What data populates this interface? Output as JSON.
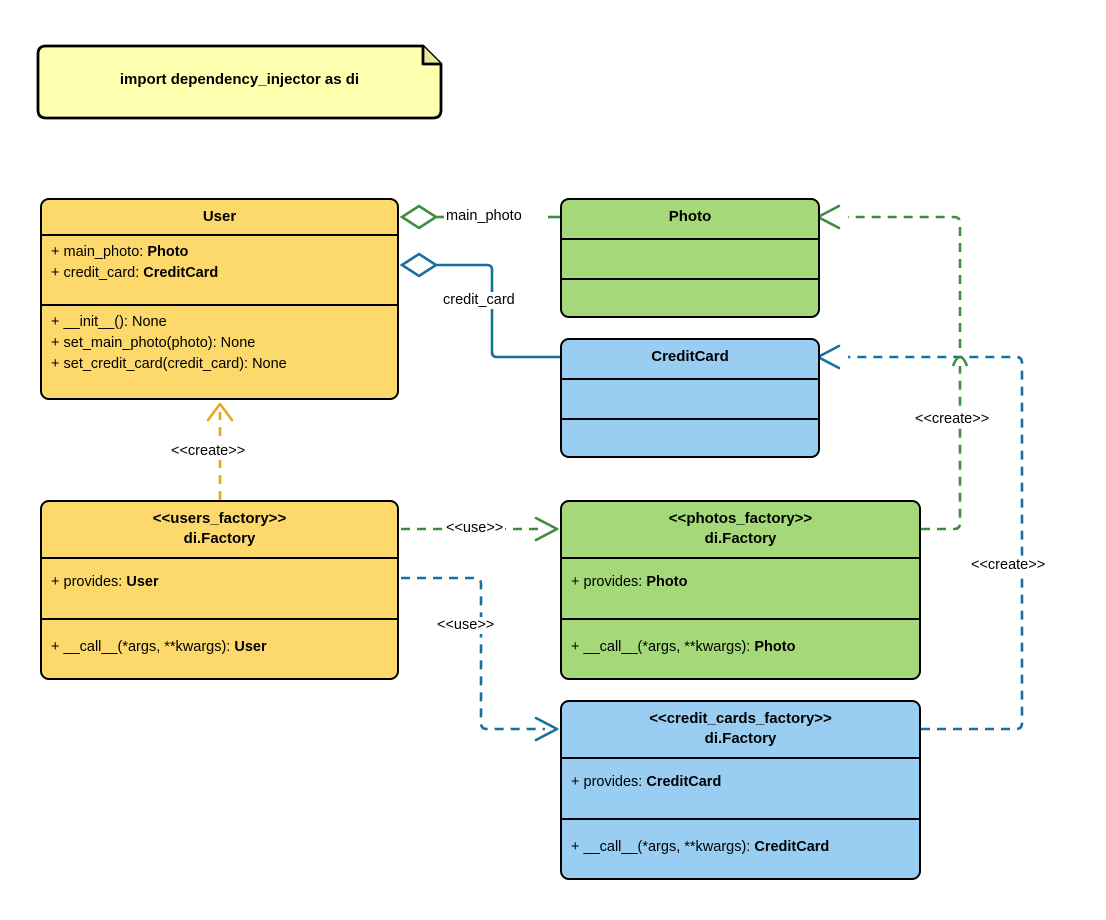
{
  "diagram": {
    "title": "Dependency Injector Factory UML class diagram",
    "colors": {
      "yellow_fill": "#fcd96a",
      "green_fill": "#a5d878",
      "blue_fill": "#99cef2",
      "note_fill": "#ffffb0",
      "stroke": "#000000",
      "green_edge": "#3f8b3f",
      "blue_edge": "#18709e",
      "orange_edge": "#e8a718"
    },
    "note": {
      "text": "import dependency_injector as di"
    },
    "classes": [
      {
        "id": "user",
        "stereotype": "",
        "name": "User",
        "attributes": [
          {
            "prefix": "+ ",
            "label": "main_photo: ",
            "type": "Photo"
          },
          {
            "prefix": "+ ",
            "label": "credit_card: ",
            "type": "CreditCard"
          }
        ],
        "methods": [
          {
            "prefix": "+ ",
            "label": "__init__(): None",
            "type": ""
          },
          {
            "prefix": "+ ",
            "label": "set_main_photo(photo): None",
            "type": ""
          },
          {
            "prefix": "+ ",
            "label": "set_credit_card(credit_card): None",
            "type": ""
          }
        ]
      },
      {
        "id": "photo",
        "stereotype": "",
        "name": "Photo",
        "attributes": [],
        "methods": []
      },
      {
        "id": "creditcard",
        "stereotype": "",
        "name": "CreditCard",
        "attributes": [],
        "methods": []
      },
      {
        "id": "users_factory",
        "stereotype": "<<users_factory>>",
        "name": "di.Factory",
        "attributes": [
          {
            "prefix": "+ ",
            "label": "provides: ",
            "type": "User"
          }
        ],
        "methods": [
          {
            "prefix": "+ ",
            "label": "__call__(*args, **kwargs): ",
            "type": "User"
          }
        ]
      },
      {
        "id": "photos_factory",
        "stereotype": "<<photos_factory>>",
        "name": "di.Factory",
        "attributes": [
          {
            "prefix": "+ ",
            "label": "provides: ",
            "type": "Photo"
          }
        ],
        "methods": [
          {
            "prefix": "+ ",
            "label": "__call__(*args, **kwargs): ",
            "type": "Photo"
          }
        ]
      },
      {
        "id": "credit_cards_factory",
        "stereotype": "<<credit_cards_factory>>",
        "name": "di.Factory",
        "attributes": [
          {
            "prefix": "+ ",
            "label": "provides: ",
            "type": "CreditCard"
          }
        ],
        "methods": [
          {
            "prefix": "+ ",
            "label": "__call__(*args, **kwargs): ",
            "type": "CreditCard"
          }
        ]
      }
    ],
    "edges": [
      {
        "id": "user-photo",
        "label": "main_photo",
        "kind": "aggregation",
        "color": "#3f8b3f"
      },
      {
        "id": "user-creditcard",
        "label": "credit_card",
        "kind": "aggregation",
        "color": "#18709e"
      },
      {
        "id": "usersfactory-user",
        "label": "<<create>>",
        "kind": "dependency",
        "color": "#e8a718"
      },
      {
        "id": "usersfactory-photosfactory",
        "label": "<<use>>",
        "kind": "dependency",
        "color": "#3f8b3f"
      },
      {
        "id": "usersfactory-creditcardsfactory",
        "label": "<<use>>",
        "kind": "dependency",
        "color": "#18709e"
      },
      {
        "id": "photosfactory-photo",
        "label": "<<create>>",
        "kind": "dependency",
        "color": "#3f8b3f"
      },
      {
        "id": "creditcardsfactory-creditcard",
        "label": "<<create>>",
        "kind": "dependency",
        "color": "#18709e"
      }
    ]
  }
}
